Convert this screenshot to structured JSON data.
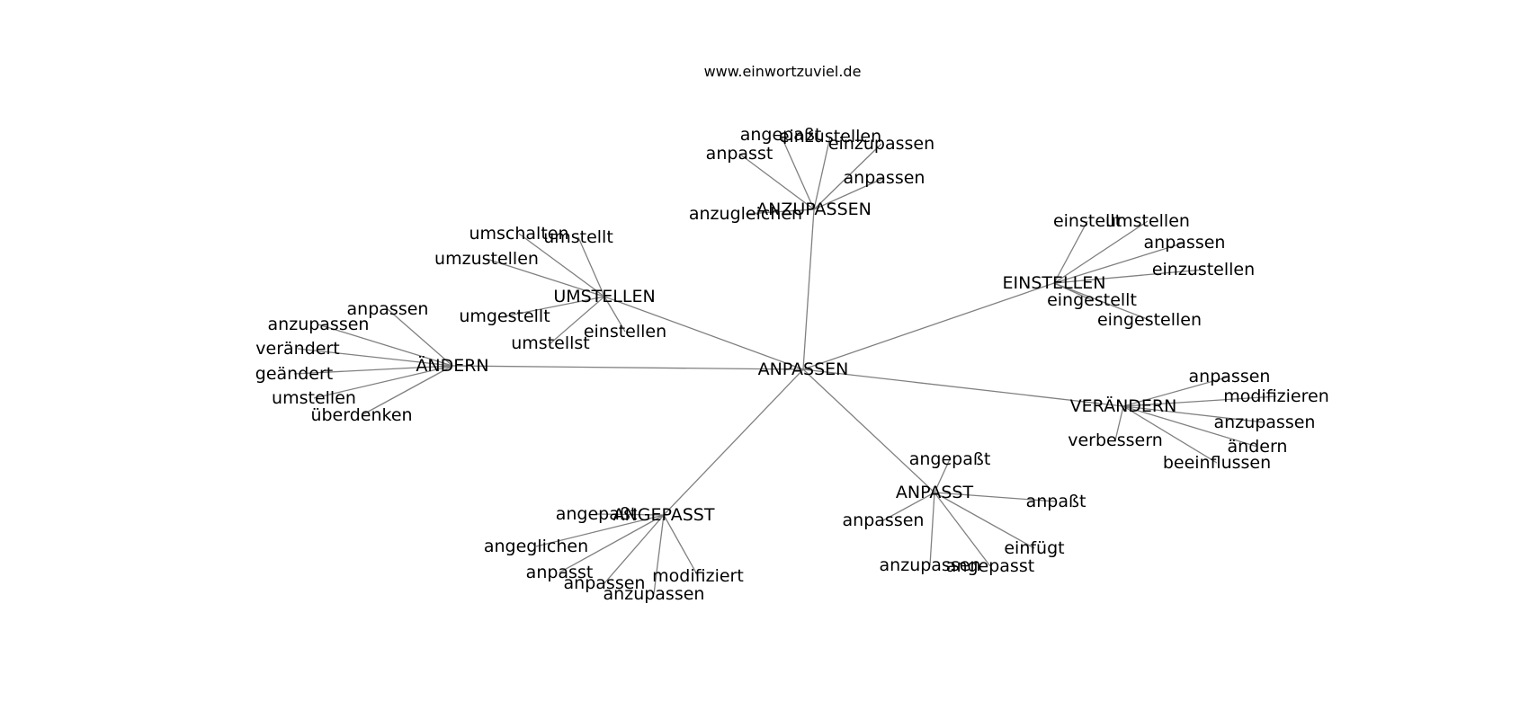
{
  "site": "www.einwortzuviel.de",
  "center": {
    "id": "root",
    "label": "ANPASSEN"
  },
  "clusters": [
    {
      "id": "anzupassen",
      "label": "ANZUPASSEN",
      "leaves": [
        "angepaßt",
        "einzustellen",
        "einzupassen",
        "anpasst",
        "anpassen",
        "anzugleichen"
      ]
    },
    {
      "id": "einstellen",
      "label": "EINSTELLEN",
      "leaves": [
        "einstellt",
        "umstellen",
        "anpassen",
        "einzustellen",
        "eingestellt",
        "eingestellen"
      ]
    },
    {
      "id": "umstellen",
      "label": "UMSTELLEN",
      "leaves": [
        "umschalten",
        "umstellt",
        "umzustellen",
        "umgestellt",
        "einstellen",
        "umstellst"
      ]
    },
    {
      "id": "aendern",
      "label": "ÄNDERN",
      "leaves": [
        "anpassen",
        "anzupassen",
        "verändert",
        "geändert",
        "umstellen",
        "überdenken"
      ]
    },
    {
      "id": "veraendern",
      "label": "VERÄNDERN",
      "leaves": [
        "anpassen",
        "modifizieren",
        "anzupassen",
        "verbessern",
        "ändern",
        "beeinflussen"
      ]
    },
    {
      "id": "anpasst",
      "label": "ANPASST",
      "leaves": [
        "angepaßt",
        "anpaßt",
        "anpassen",
        "einfügt",
        "anzupassen",
        "angepasst"
      ]
    },
    {
      "id": "angepasst",
      "label": "ANGEPASST",
      "leaves": [
        "angepaßt",
        "angeglichen",
        "anpasst",
        "anpassen",
        "modifiziert",
        "anzupassen"
      ]
    }
  ]
}
